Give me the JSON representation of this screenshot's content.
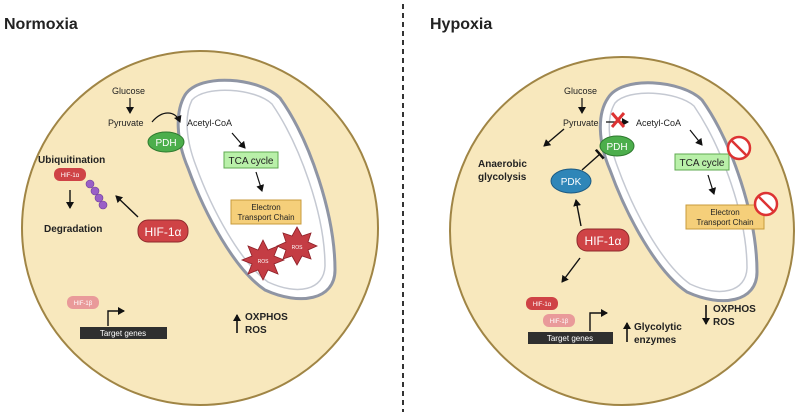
{
  "panels": {
    "normoxia": {
      "title": "Normoxia",
      "glucose": "Glucose",
      "pyruvate": "Pyruvate",
      "acetyl_coa": "Acetyl-CoA",
      "pdh": "PDH",
      "tca": "TCA cycle",
      "etc_line1": "Electron",
      "etc_line2": "Transport Chain",
      "ros_burst": "ROS",
      "ubiquitination": "Ubiquitination",
      "hif1a_small": "HIF-1α",
      "degradation": "Degradation",
      "hif1a": "HIF-1α",
      "hif1b": "HIF-1β",
      "target_genes": "Target genes",
      "oxphos": "OXPHOS",
      "ros": "ROS"
    },
    "hypoxia": {
      "title": "Hypoxia",
      "glucose": "Glucose",
      "pyruvate": "Pyruvate",
      "acetyl_coa": "Acetyl-CoA",
      "pdh": "PDH",
      "pdk": "PDK",
      "tca": "TCA cycle",
      "etc_line1": "Electron",
      "etc_line2": "Transport Chain",
      "anaerobic_line1": "Anaerobic",
      "anaerobic_line2": "glycolysis",
      "hif1a": "HIF-1α",
      "hif1a_small": "HIF-1α",
      "hif1b": "HIF-1β",
      "target_genes": "Target genes",
      "glycolytic_line1": "Glycolytic",
      "glycolytic_line2": "enzymes",
      "oxphos": "OXPHOS",
      "ros": "ROS"
    }
  },
  "colors": {
    "cell_fill": "#f8e8bd",
    "cell_stroke": "#a08545",
    "mito_fill": "#ffffff",
    "mito_stroke": "#8f95a4",
    "pdh_fill": "#4cae4c",
    "tca_fill": "#b9f0a9",
    "etc_fill": "#f5cf7a",
    "hif1a_fill": "#cf4346",
    "hif1b_fill": "#e99a9a",
    "pdk_fill": "#2f86b8",
    "ros_fill": "#c43d44",
    "gene_bar": "#2f2f2f",
    "block_red": "#d33"
  }
}
